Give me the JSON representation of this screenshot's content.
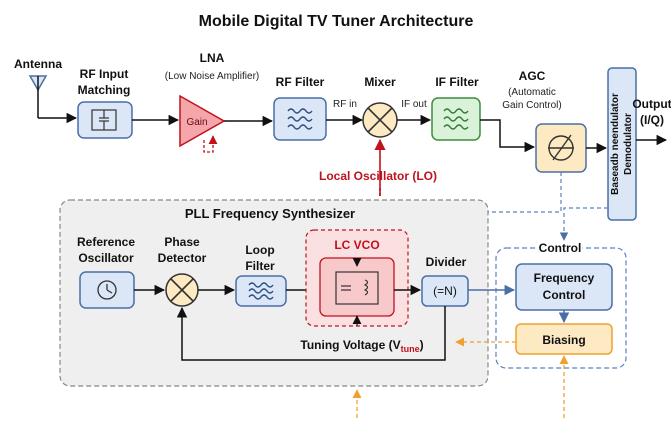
{
  "title": "Mobile Digital TV Tuner Architecture",
  "rf_chain": {
    "antenna": "Antenna",
    "rf_input_line1": "RF Input",
    "rf_input_line2": "Matching",
    "lna": "LNA",
    "lna_sub": "(Low Noise Amplifier)",
    "lna_gain": "Gain",
    "rf_filter": "RF Filter",
    "mixer": "Mixer",
    "mixer_rf_in": "RF in",
    "mixer_if_out": "IF out",
    "if_filter": "IF Filter",
    "agc": "AGC",
    "agc_sub1": "(Automatic",
    "agc_sub2": "Gain Control)",
    "demod_line1": "Baseadb neendulator",
    "demod_line2": "Demodulator",
    "output_line1": "Output",
    "output_line2": "(I/Q)",
    "lo_label": "Local Oscillator (LO)"
  },
  "pll": {
    "title": "PLL Frequency Synthesizer",
    "ref_line1": "Reference",
    "ref_line2": "Oscillator",
    "phase_line1": "Phase",
    "phase_line2": "Detector",
    "loop_line1": "Loop",
    "loop_line2": "Filter",
    "vco": "LC VCO",
    "divider": "Divider",
    "divider_box": "(=N)",
    "tuning_prefix": "Tuning Voltage (V",
    "tuning_sub": "tune",
    "tuning_suffix": ")"
  },
  "control": {
    "title": "Control",
    "freq_line1": "Frequency",
    "freq_line2": "Control",
    "biasing": "Biasing"
  },
  "colors": {
    "blue_fill": "#dbe6f7",
    "blue_stroke": "#4a6fa5",
    "lna_fill": "#f4a6ab",
    "green_fill": "#d9f2d9",
    "agc_fill": "#fde9c2",
    "vco_fill": "#f8c9cb",
    "lo_red": "#c0121d",
    "orange": "#f0a030",
    "dashed_blue": "#5b82c0"
  }
}
